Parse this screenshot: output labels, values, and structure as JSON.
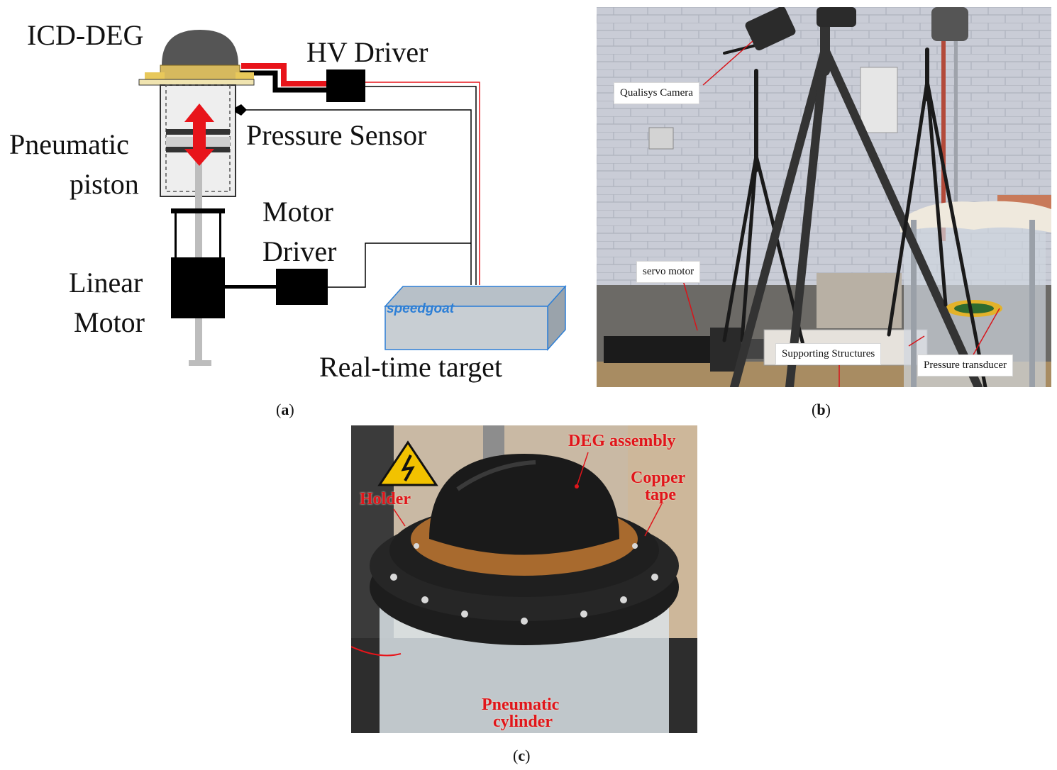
{
  "panel_a": {
    "labels": {
      "icd_deg": "ICD-DEG",
      "hv_driver": "HV Driver",
      "pressure_sensor": "Pressure Sensor",
      "pneumatic_line1": "Pneumatic",
      "pneumatic_line2": "piston",
      "motor_driver_line1": "Motor",
      "motor_driver_line2": "Driver",
      "linear_line1": "Linear",
      "linear_line2": "Motor",
      "speedgoat": "speedgoat",
      "realtime_target": "Real-time target"
    },
    "caption": "a"
  },
  "panel_b": {
    "labels": {
      "camera": "Qualisys Camera",
      "servo": "servo motor",
      "supporting": "Supporting Structures",
      "transducer": "Pressure transducer"
    },
    "caption": "b"
  },
  "panel_c": {
    "labels": {
      "deg_assembly": "DEG assembly",
      "copper_line1": "Copper",
      "copper_line2": "tape",
      "holder": "Holder",
      "cylinder_line1": "Pneumatic",
      "cylinder_line2": "cylinder"
    },
    "caption": "c"
  },
  "colors": {
    "wire_red": "#e8141a",
    "label_red": "#e0151b",
    "speedgoat_blue": "#2d7fd6",
    "block_black": "#000000"
  }
}
